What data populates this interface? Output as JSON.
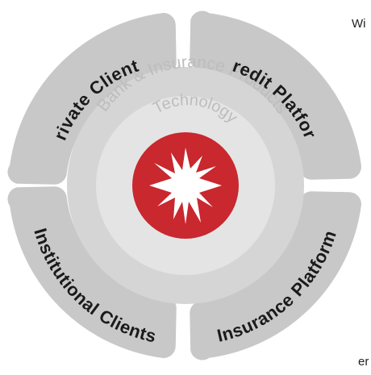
{
  "diagram": {
    "segments": {
      "private_clients": "Private Clients",
      "credit_platform": "Credit Platform",
      "institutional_clients": "Institutional Clients",
      "insurance_platform": "Insurance Platform"
    },
    "rings": {
      "middle": "Bank & Insurance Products",
      "inner": "Technology"
    },
    "colors": {
      "segment": "#c8c8c8",
      "middle_ring": "#d5d5d5",
      "inner_ring": "#e4e4e4",
      "core": "#c8282e",
      "ring_text": "#bdbdbd"
    },
    "core_icon": "starburst-icon"
  },
  "edge_text": {
    "top": "Wi",
    "bottom": "er"
  }
}
